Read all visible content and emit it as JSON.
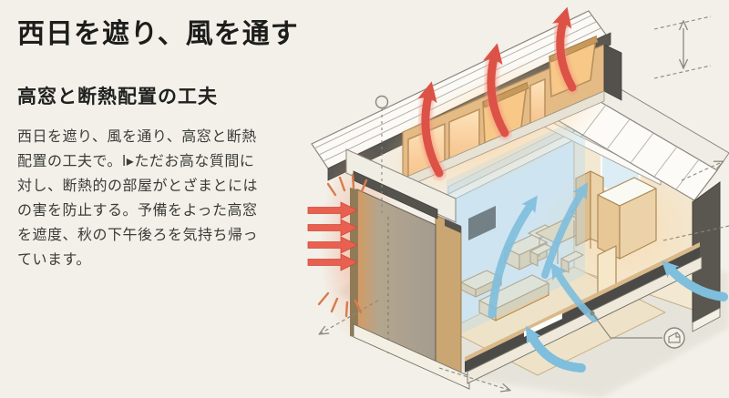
{
  "article": {
    "title": "西日を遮り、風を通す",
    "subtitle": "高窓と断熱配置の工夫",
    "body_lines": [
      "西日を遮り、風を通り、高窓と断熱",
      "配置の工夫で。ⅼ▸ただお高な質間に",
      "対し、断熱的の部屋がとざまとには",
      "の害を防止する。予備をよった高窓",
      "を遮度、秋の下午後ろを気持ち帰っ",
      "ています。"
    ]
  },
  "illustration": {
    "colors": {
      "background": "#f2f0e9",
      "heat_arrows": "#dd5246",
      "sun_glow": "#f5a07f",
      "airflow_arrows": "#7fbedd",
      "clerestory_glow": "#f7c27c",
      "insulated_wall": "#a59c8f",
      "structure_dark": "#55534d",
      "roof_white": "#fbfaf6",
      "annotation_line": "#8a887d"
    },
    "callout_icon": "clerestory-house-icon"
  }
}
